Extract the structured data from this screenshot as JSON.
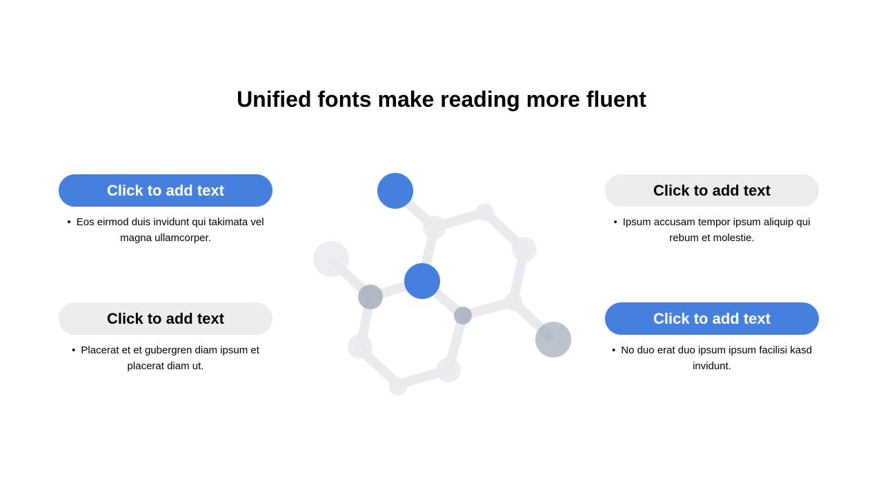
{
  "slide": {
    "title": "Unified fonts make reading more fluent",
    "bullet_symbol": "•",
    "items": [
      {
        "heading": "Click to add text",
        "text": "Eos eirmod duis invidunt qui takimata vel magna ullamcorper.",
        "style": "blue"
      },
      {
        "heading": "Click to add text",
        "text": "Placerat et et gubergren diam ipsum et placerat diam ut.",
        "style": "grey"
      },
      {
        "heading": "Click to add text",
        "text": "Ipsum accusam tempor ipsum aliquip qui rebum et molestie.",
        "style": "grey"
      },
      {
        "heading": "Click to add text",
        "text": "No duo erat duo ipsum ipsum facilisi kasd invidunt.",
        "style": "blue"
      }
    ]
  },
  "colors": {
    "accent_blue": "#4580de",
    "pill_grey": "#ebecee",
    "node_grey": "#a6afbd",
    "bond_light": "#e9eaed",
    "text": "#000000"
  }
}
